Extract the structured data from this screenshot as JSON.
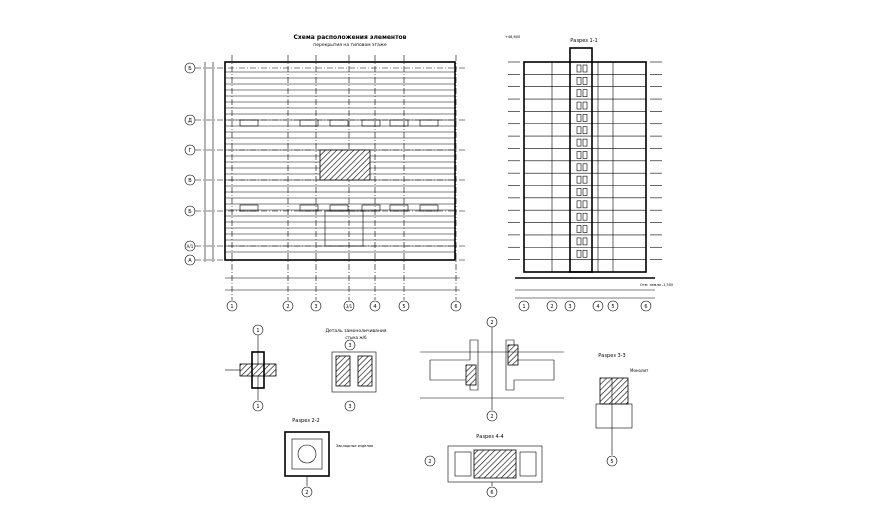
{
  "plan": {
    "title": "Схема расположения элементов",
    "subtitle": "перекрытия на типовом этаже",
    "axis_rows": [
      "Б",
      "Д",
      "Г",
      "В",
      "Б",
      "А/1",
      "А"
    ],
    "axis_cols": [
      "1",
      "2",
      "3",
      "3/1",
      "4",
      "5",
      "6"
    ]
  },
  "section1": {
    "title": "Разрез 1-1",
    "axis_cols": [
      "1",
      "2",
      "3",
      "4",
      "5",
      "6"
    ],
    "top_label": "+48,600",
    "ground_label": "Отм. земли -1,500"
  },
  "details": {
    "d1_marker": "1",
    "d1_bottom": "1",
    "detail_title": "Деталь замоноличивания",
    "detail_subtitle": "стыка ж/б",
    "d2_marker": "3",
    "d2_marker_bottom": "3",
    "d3_marker_top": "2",
    "d3_marker_bottom": "2",
    "section22_title": "Разрез 2-2",
    "section22_note": "Закладные изделия",
    "section22_marker": "2",
    "section44_title": "Разрез 4-4",
    "section44_marker_left": "2",
    "section44_marker_bottom": "6",
    "section33_title": "Разрез 3-3",
    "section33_label": "Монолит",
    "section33_marker": "5"
  },
  "colors": {
    "line": "#000000",
    "background": "#ffffff"
  }
}
